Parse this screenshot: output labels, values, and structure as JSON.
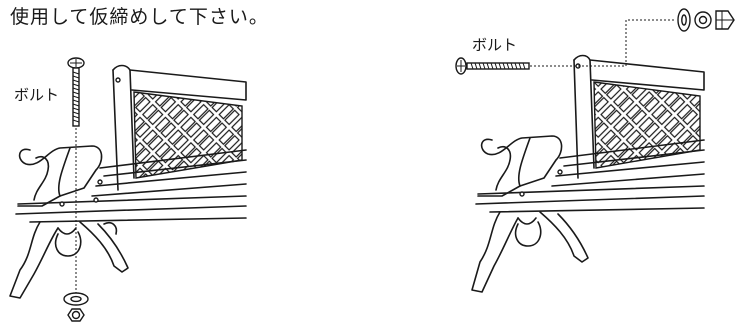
{
  "instruction_text": "使用して仮締めして下さい。",
  "left_figure": {
    "bolt_label": "ボルト"
  },
  "right_figure": {
    "bolt_label": "ボルト"
  }
}
